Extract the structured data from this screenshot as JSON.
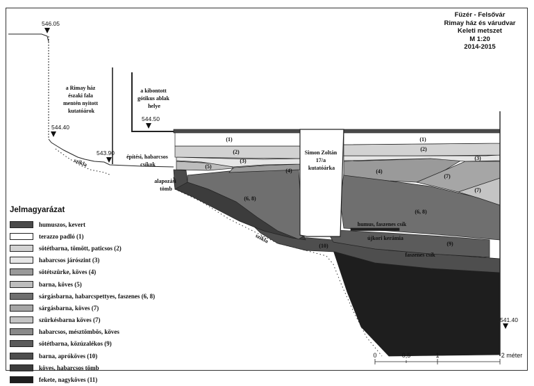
{
  "title": {
    "lines": [
      "Füzér - Felsővár",
      "Rimay ház és várudvar",
      "Keleti metszet",
      "M 1:20",
      "2014-2015"
    ]
  },
  "elevations": {
    "e1": "546.05",
    "e2": "544.40",
    "e3": "543.90",
    "e4": "544.50",
    "e5": "541.40"
  },
  "annotations": {
    "rimay_trench": [
      "a Rimay ház",
      "északi fala",
      "mentén nyitott",
      "kutatóárok"
    ],
    "gothic_window": [
      "a kibontott",
      "gótikus ablak",
      "helye"
    ],
    "simon_trench": [
      "Simon Zoltán",
      "17/a",
      "kutatóárka"
    ],
    "building_strips": [
      "építési, habarcsos",
      "csíkok"
    ],
    "foundation_block": [
      "alapozási",
      "tömb"
    ],
    "rock_upper": "szikla",
    "rock_lower": "szikla",
    "humus_strip": "humus, faszenes csík",
    "ceramic": "újkori kerámia",
    "charcoal": "faszenes csík"
  },
  "layer_labels": {
    "l1_left": "(1)",
    "l1_right": "(1)",
    "l2_left": "(2)",
    "l2_right": "(2)",
    "l3_left": "(3)",
    "l3_right": "(3)",
    "l4_left": "(4)",
    "l4_right": "(4)",
    "l5": "(5)",
    "l68_left": "(6, 8)",
    "l68_right": "(6, 8)",
    "l7_a": "(7)",
    "l7_b": "(7)",
    "l9": "(9)",
    "l10": "(10)"
  },
  "legend": {
    "title": "Jelmagyarázat",
    "items": [
      {
        "label": "humuszos, kevert",
        "color": "#4a4a4a"
      },
      {
        "label": "terazzo padló (1)",
        "color": "#ffffff"
      },
      {
        "label": "sötétbarna, tömött, paticsos (2)",
        "color": "#d2d2d2"
      },
      {
        "label": "habarcsos járószint (3)",
        "color": "#e6e6e6"
      },
      {
        "label": "sötétszürke, köves (4)",
        "color": "#9a9a9a"
      },
      {
        "label": "barna, köves (5)",
        "color": "#bdbdbd"
      },
      {
        "label": "sárgásbarna, habarcspettyes, faszenes (6, 8)",
        "color": "#6f6f6f"
      },
      {
        "label": "sárgásbarna, köves (7)",
        "color": "#a6a6a6"
      },
      {
        "label": "szürkésbarna köves (7)",
        "color": "#c4c4c4"
      },
      {
        "label": "habarcsos, mésztömbös, köves",
        "color": "#8a8a8a"
      },
      {
        "label": "sötétbarna, közúzalékos (9)",
        "color": "#5b5b5b"
      },
      {
        "label": "barna, apróköves (10)",
        "color": "#4e4e4e"
      },
      {
        "label": "köves, habarcsos tömb",
        "color": "#3c3c3c"
      },
      {
        "label": "fekete, nagyköves (11)",
        "color": "#1e1e1e"
      }
    ]
  },
  "scale": {
    "ticks": [
      "0",
      "0,5",
      "1",
      "2 méter"
    ]
  }
}
